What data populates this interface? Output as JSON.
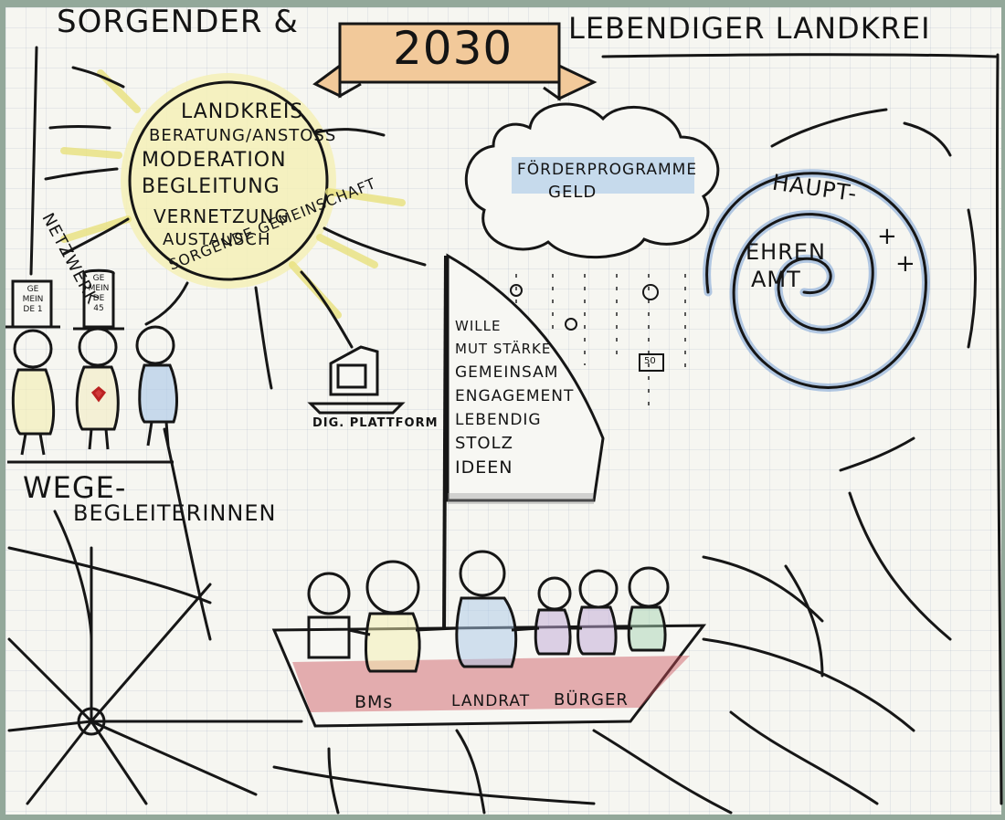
{
  "title": {
    "left": "SORGENDER &",
    "year": "2030",
    "right": "LEBENDIGER LANDKREI"
  },
  "sun": {
    "lines": [
      "LANDKREIS",
      "BERATUNG/ANSTOSS",
      "MODERATION",
      "BEGLEITUNG",
      "VERNETZUNG",
      "AUSTAUSCH"
    ],
    "arc_left": "NETZWERK",
    "arc_bottom": "SORGENDE GEMEINSCHAFT"
  },
  "hats": {
    "hat1": [
      "GE",
      "MEIN",
      "DE 1"
    ],
    "hat2": [
      "GE",
      "MEIN",
      "DE",
      "45"
    ]
  },
  "wege": {
    "line1": "WEGE-",
    "line2": "BEGLEITERINNEN"
  },
  "platform": "DIG. PLATTFORM",
  "cloud": {
    "line1": "FÖRDERPROGRAMME",
    "line2": "GELD",
    "coin_label": "50"
  },
  "sail": [
    "WILLE",
    "MUT STÄRKE",
    "GEMEINSAM",
    "ENGAGEMENT",
    "LEBENDIG",
    "STOLZ",
    "IDEEN"
  ],
  "spiral": {
    "haupt": "HAUPT-",
    "ehren1": "EHREN",
    "ehren2": "AMT",
    "plus": "+"
  },
  "boat": [
    "BMs",
    "LANDRAT",
    "BÜRGER"
  ],
  "colors": {
    "ink": "#141414",
    "sun_yellow": "#f3ee9c",
    "banner_orange": "#f2c99a",
    "cloud_blue": "#9fc3e6",
    "spiral_blue": "#5d8ed0",
    "boat_red": "#c9505a"
  }
}
